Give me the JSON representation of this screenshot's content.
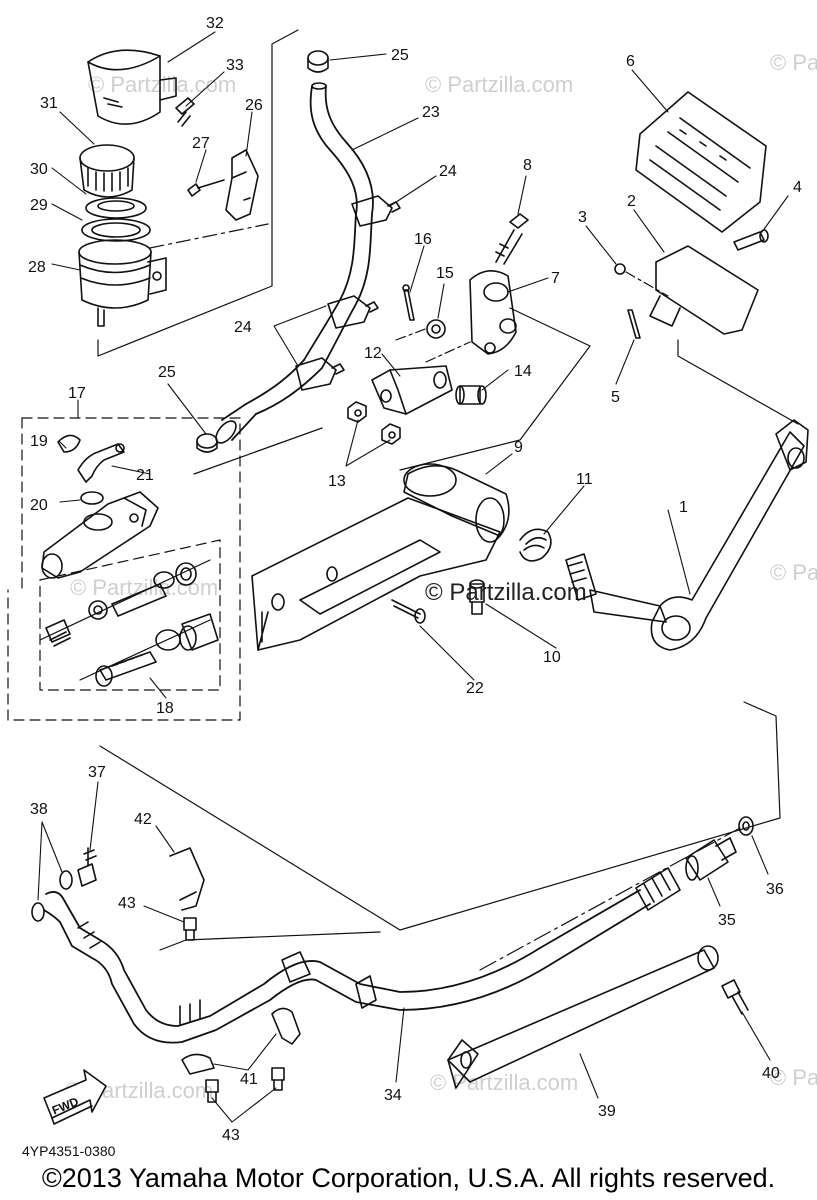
{
  "diagram": {
    "part_callouts": [
      {
        "label": "1"
      },
      {
        "label": "2"
      },
      {
        "label": "3"
      },
      {
        "label": "4"
      },
      {
        "label": "5"
      },
      {
        "label": "6"
      },
      {
        "label": "7"
      },
      {
        "label": "8"
      },
      {
        "label": "9"
      },
      {
        "label": "10"
      },
      {
        "label": "11"
      },
      {
        "label": "12"
      },
      {
        "label": "13"
      },
      {
        "label": "14"
      },
      {
        "label": "15"
      },
      {
        "label": "16"
      },
      {
        "label": "17"
      },
      {
        "label": "18"
      },
      {
        "label": "19"
      },
      {
        "label": "20"
      },
      {
        "label": "21"
      },
      {
        "label": "22"
      },
      {
        "label": "23"
      },
      {
        "label": "24"
      },
      {
        "label": "24"
      },
      {
        "label": "25"
      },
      {
        "label": "25"
      },
      {
        "label": "26"
      },
      {
        "label": "27"
      },
      {
        "label": "28"
      },
      {
        "label": "29"
      },
      {
        "label": "30"
      },
      {
        "label": "31"
      },
      {
        "label": "32"
      },
      {
        "label": "33"
      },
      {
        "label": "34"
      },
      {
        "label": "35"
      },
      {
        "label": "36"
      },
      {
        "label": "37"
      },
      {
        "label": "38"
      },
      {
        "label": "39"
      },
      {
        "label": "40"
      },
      {
        "label": "41"
      },
      {
        "label": "42"
      },
      {
        "label": "43"
      },
      {
        "label": "43"
      }
    ],
    "fwd_arrow_label": "FWD",
    "watermark": "© Partzilla.com",
    "diagram_code": "4YP4351-0380",
    "copyright": "©2013 Yamaha Motor Corporation, U.S.A. All rights reserved."
  }
}
